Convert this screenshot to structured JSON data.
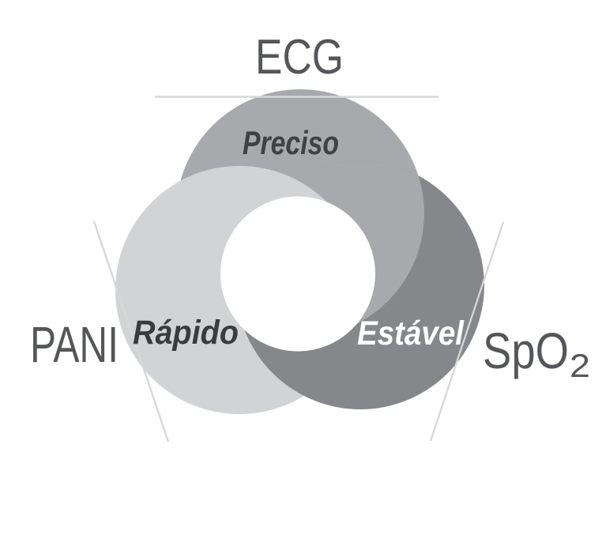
{
  "diagram": {
    "outer_labels": {
      "top": "ECG",
      "left": "PANI",
      "right_base": "SpO",
      "right_subscript": "2"
    },
    "rings": [
      {
        "name": "ecg-ring",
        "label": "Preciso",
        "fill": "#a7a9ac",
        "label_color": "#3f4144"
      },
      {
        "name": "pani-ring",
        "label": "Rápido",
        "fill": "#d2d3d5",
        "label_color": "#3a3b3d"
      },
      {
        "name": "spo2-ring",
        "label": "Estável",
        "fill": "#85878a",
        "label_color": "#ffffff"
      }
    ],
    "colors": {
      "background": "#ffffff",
      "guide_line": "#d6d7d9",
      "outer_label_text": "#55565a",
      "center_hole": "#ffffff"
    }
  }
}
